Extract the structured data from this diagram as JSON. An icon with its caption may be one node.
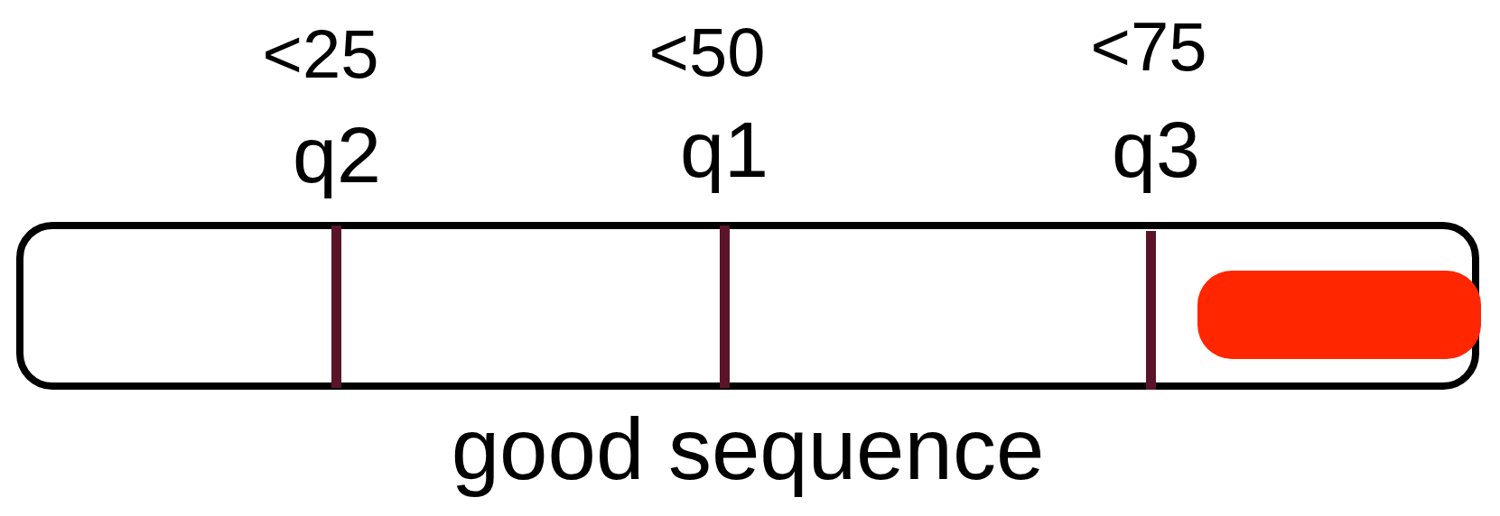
{
  "diagram": {
    "nodes": [
      {
        "text": [],
        "shape": "bar",
        "beside": [
          "good sequence"
        ]
      },
      {
        "text": [],
        "shape": "box",
        "in": 0
      }
    ],
    "labels": [
      "<25",
      "<50",
      "<75",
      "q2",
      "q1",
      "q3"
    ]
  }
}
